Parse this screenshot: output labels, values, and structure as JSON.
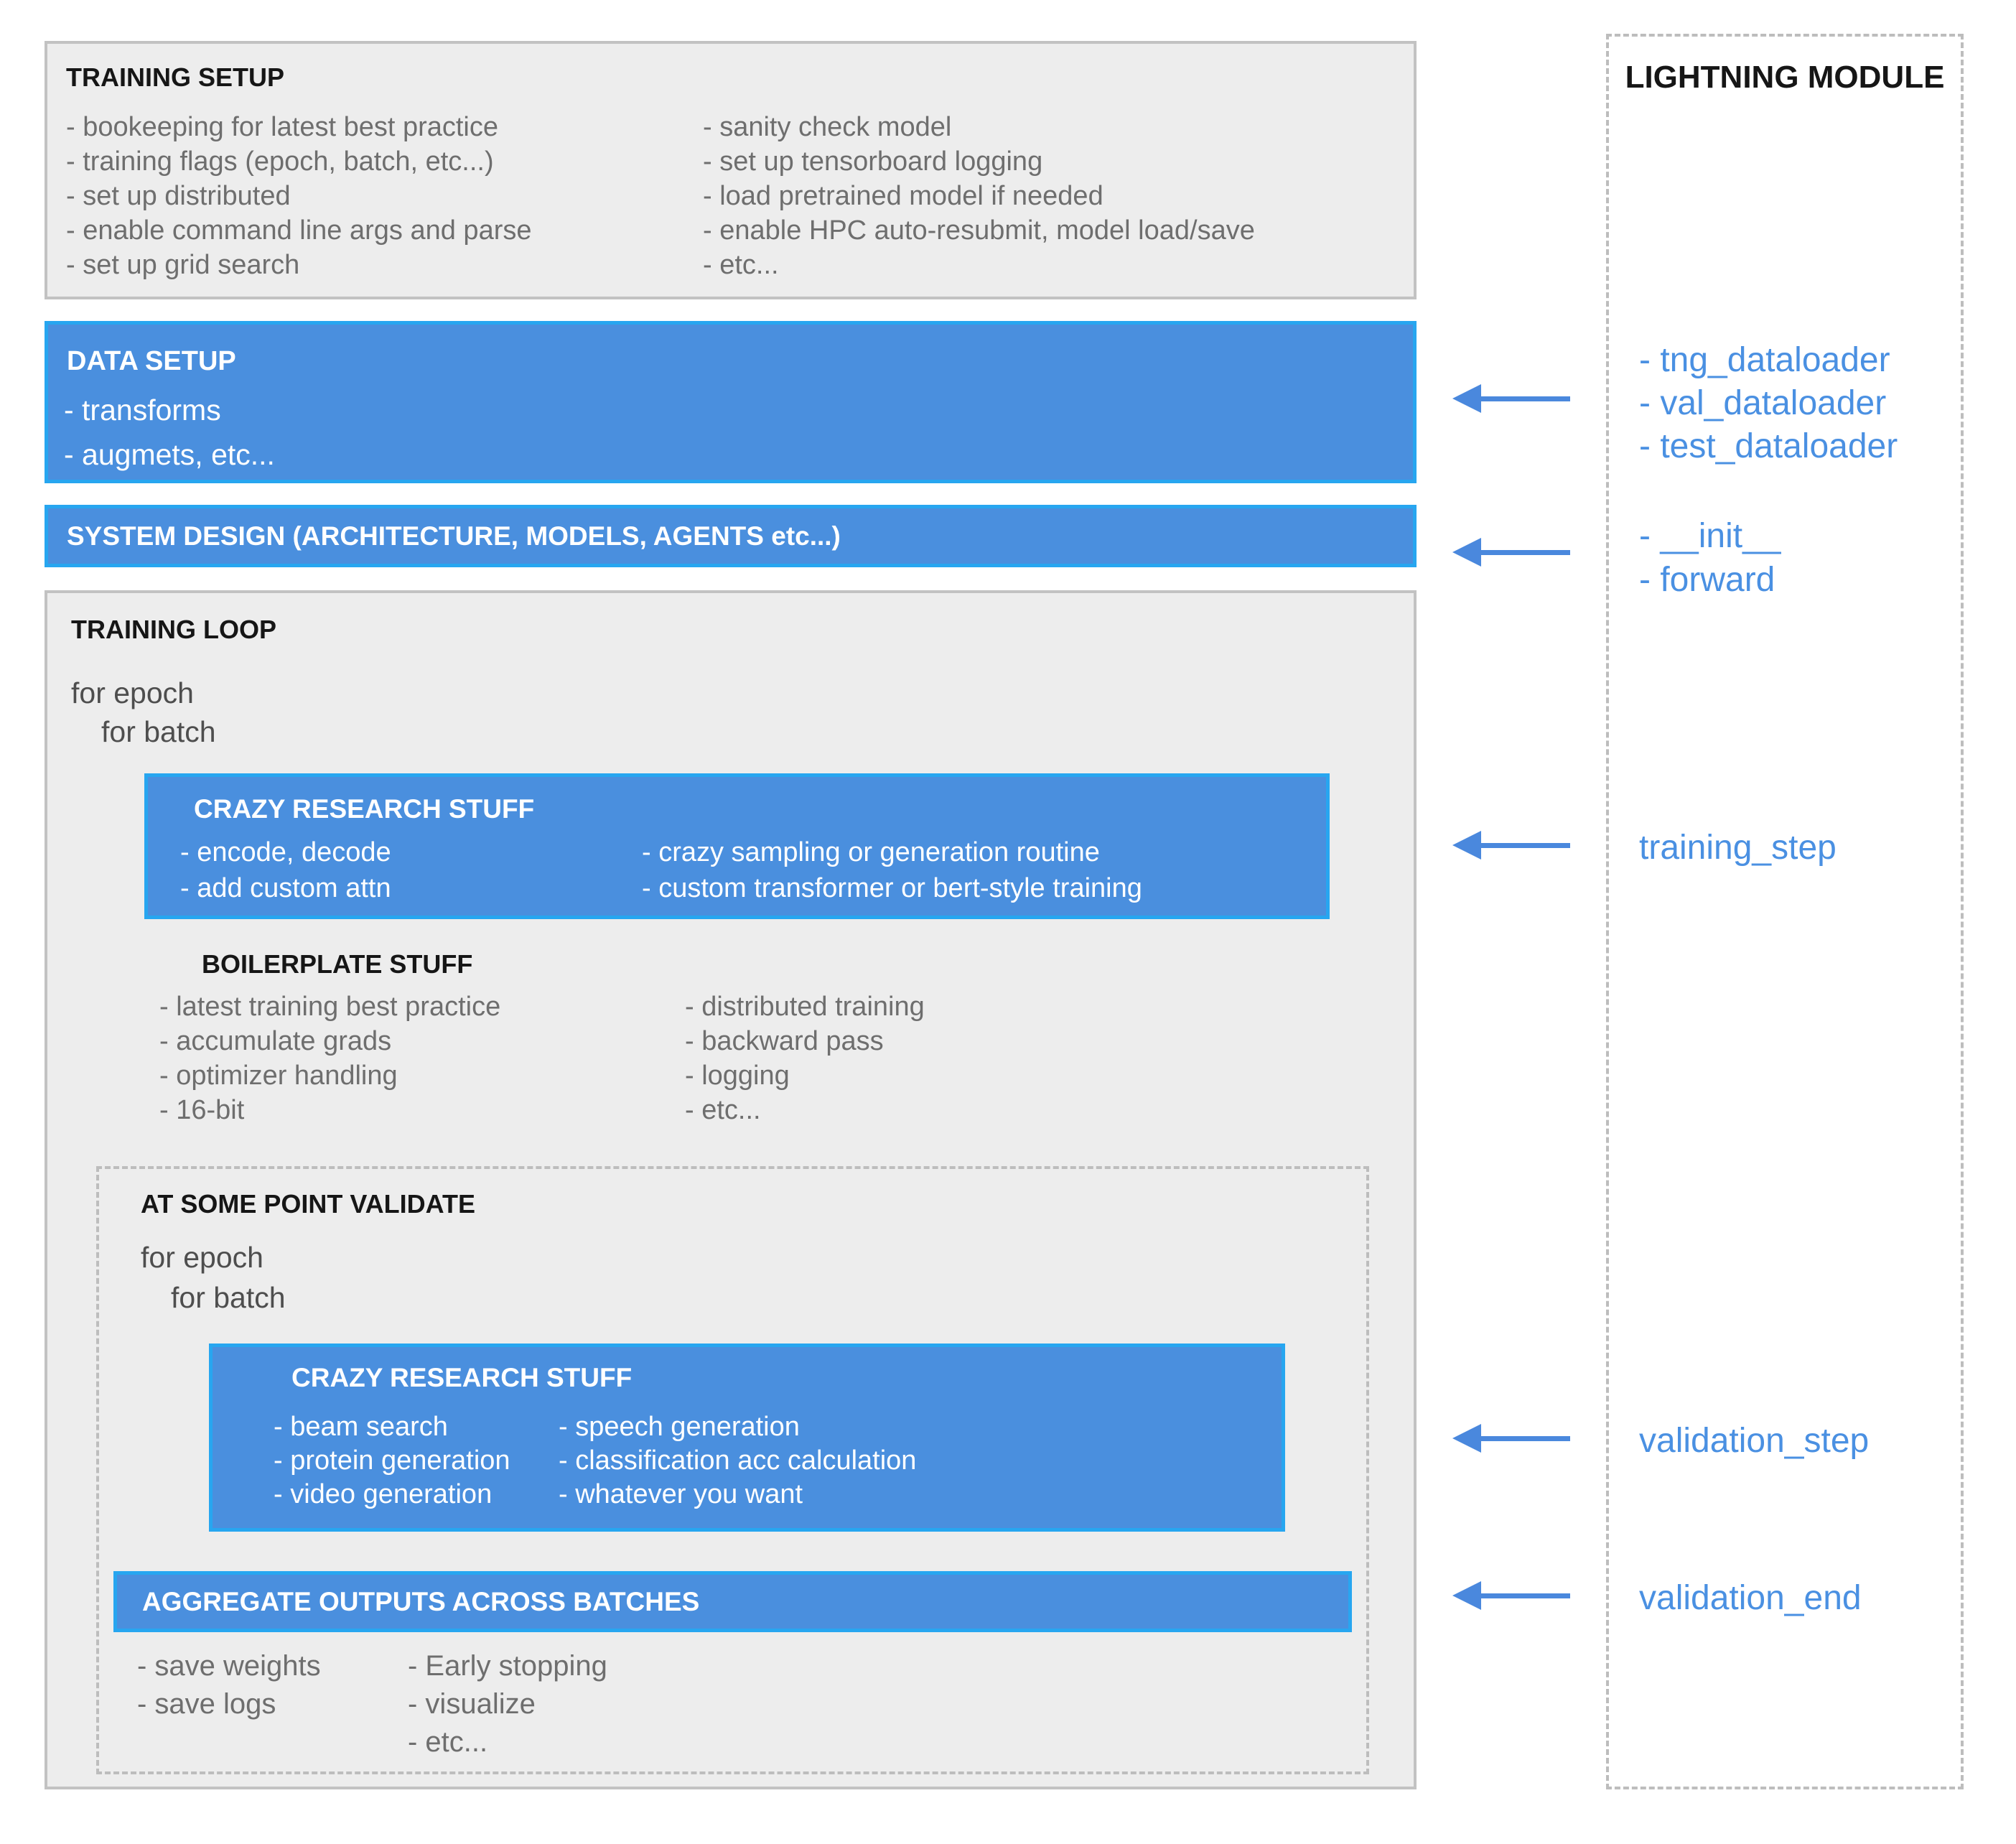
{
  "colors": {
    "blue_fill": "#4A8FDE",
    "blue_border": "#27A6F0",
    "gray_fill": "#EDEDED",
    "gray_border": "#C2C2C2",
    "dashed_border": "#BDBDBD",
    "accent_text": "#4A90E2",
    "bullet_text": "#6E6E6E",
    "heading_text": "#161616"
  },
  "training_setup": {
    "title": "TRAINING SETUP",
    "col1": [
      "- bookeeping for latest best practice",
      "- training flags (epoch, batch, etc...)",
      "- set up distributed",
      "- enable command line args and parse",
      "- set up grid search"
    ],
    "col2": [
      "- sanity check model",
      "- set up tensorboard logging",
      "- load pretrained model if needed",
      "- enable HPC auto-resubmit, model load/save",
      "- etc..."
    ]
  },
  "data_setup": {
    "title": "DATA SETUP",
    "items": [
      "- transforms",
      "- augmets, etc..."
    ]
  },
  "system_design": {
    "title": "SYSTEM DESIGN (ARCHITECTURE, MODELS, AGENTS etc...)"
  },
  "training_loop": {
    "title": "TRAINING LOOP",
    "loop_line1": "for epoch",
    "loop_line2": "for batch",
    "crazy_research": {
      "title": "CRAZY RESEARCH STUFF",
      "col1": [
        "- encode, decode",
        "- add custom attn"
      ],
      "col2": [
        "- crazy sampling or generation routine",
        "- custom transformer or bert-style training"
      ]
    },
    "boilerplate": {
      "title": "BOILERPLATE STUFF",
      "col1": [
        "- latest training best practice",
        "- accumulate grads",
        "- optimizer handling",
        "- 16-bit"
      ],
      "col2": [
        "- distributed training",
        "- backward pass",
        "- logging",
        "- etc..."
      ]
    },
    "validate": {
      "title": "AT SOME POINT VALIDATE",
      "loop_line1": "for epoch",
      "loop_line2": "for batch",
      "crazy_research": {
        "title": "CRAZY RESEARCH STUFF",
        "col1": [
          "- beam search",
          "- protein generation",
          "- video generation"
        ],
        "col2": [
          "- speech generation",
          "- classification acc calculation",
          "- whatever you want"
        ]
      },
      "aggregate_title": "AGGREGATE OUTPUTS ACROSS BATCHES",
      "post_col1": [
        "- save weights",
        "- save logs"
      ],
      "post_col2": [
        "- Early stopping",
        "- visualize",
        "- etc..."
      ]
    }
  },
  "lightning_module": {
    "title": "LIGHTNING MODULE",
    "dataloaders": [
      "- tng_dataloader",
      "- val_dataloader",
      "- test_dataloader"
    ],
    "init_forward": [
      "- __init__",
      "- forward"
    ],
    "training_step": "training_step",
    "validation_step": "validation_step",
    "validation_end": "validation_end"
  }
}
